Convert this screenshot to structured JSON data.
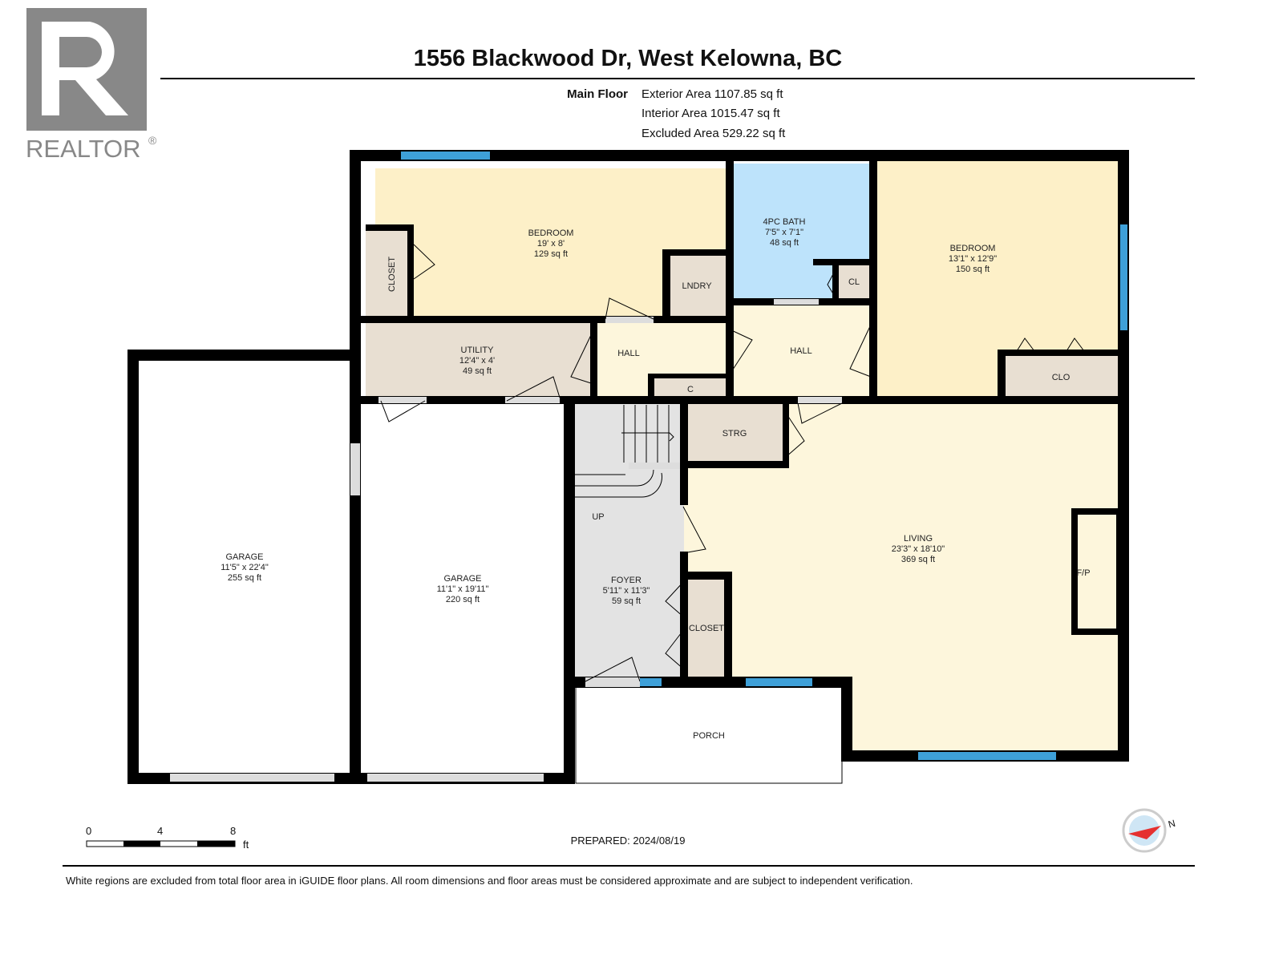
{
  "logo": {
    "text": "REALTOR",
    "mark": "®"
  },
  "header": {
    "title": "1556 Blackwood Dr, West Kelowna, BC"
  },
  "areas": {
    "floor_label": "Main Floor",
    "exterior": "Exterior Area 1107.85 sq ft",
    "interior": "Interior Area 1015.47 sq ft",
    "excluded": "Excluded Area 529.22 sq ft"
  },
  "rooms": {
    "bedroom1": {
      "name": "BEDROOM",
      "dims": "19' x 8'",
      "area": "129 sq ft"
    },
    "bath": {
      "name": "4PC BATH",
      "dims": "7'5\" x 7'1\"",
      "area": "48 sq ft"
    },
    "bedroom2": {
      "name": "BEDROOM",
      "dims": "13'1\" x 12'9\"",
      "area": "150 sq ft"
    },
    "utility": {
      "name": "UTILITY",
      "dims": "12'4\" x 4'",
      "area": "49 sq ft"
    },
    "garage1": {
      "name": "GARAGE",
      "dims": "11'5\" x 22'4\"",
      "area": "255 sq ft"
    },
    "garage2": {
      "name": "GARAGE",
      "dims": "11'1\" x 19'11\"",
      "area": "220 sq ft"
    },
    "foyer": {
      "name": "FOYER",
      "dims": "5'11\" x 11'3\"",
      "area": "59 sq ft"
    },
    "living": {
      "name": "LIVING",
      "dims": "23'3\" x 18'10\"",
      "area": "369 sq ft"
    },
    "closet1": "CLOSET",
    "closet2": "CLOSET",
    "lndry": "LNDRY",
    "cl": "CL",
    "hall1": "HALL",
    "hall2": "HALL",
    "c": "C",
    "clo": "CLO",
    "strg": "STRG",
    "up": "UP",
    "fp": "F/P",
    "porch": "PORCH"
  },
  "scale": {
    "t0": "0",
    "t4": "4",
    "t8": "8",
    "unit": "ft"
  },
  "prepared": "PREPARED: 2024/08/19",
  "compass": {
    "n": "N"
  },
  "footer": {
    "disclaimer": "White regions are excluded from total floor area in iGUIDE floor plans. All room dimensions and floor areas must be considered approximate and are subject to independent verification."
  },
  "colors": {
    "bedroom": "#fdf0c8",
    "bath": "#bde3fb",
    "closet": "#e8dfd2",
    "hall": "#fdf6dc",
    "foyer": "#e3e3e3",
    "window": "#3ea0d8"
  }
}
